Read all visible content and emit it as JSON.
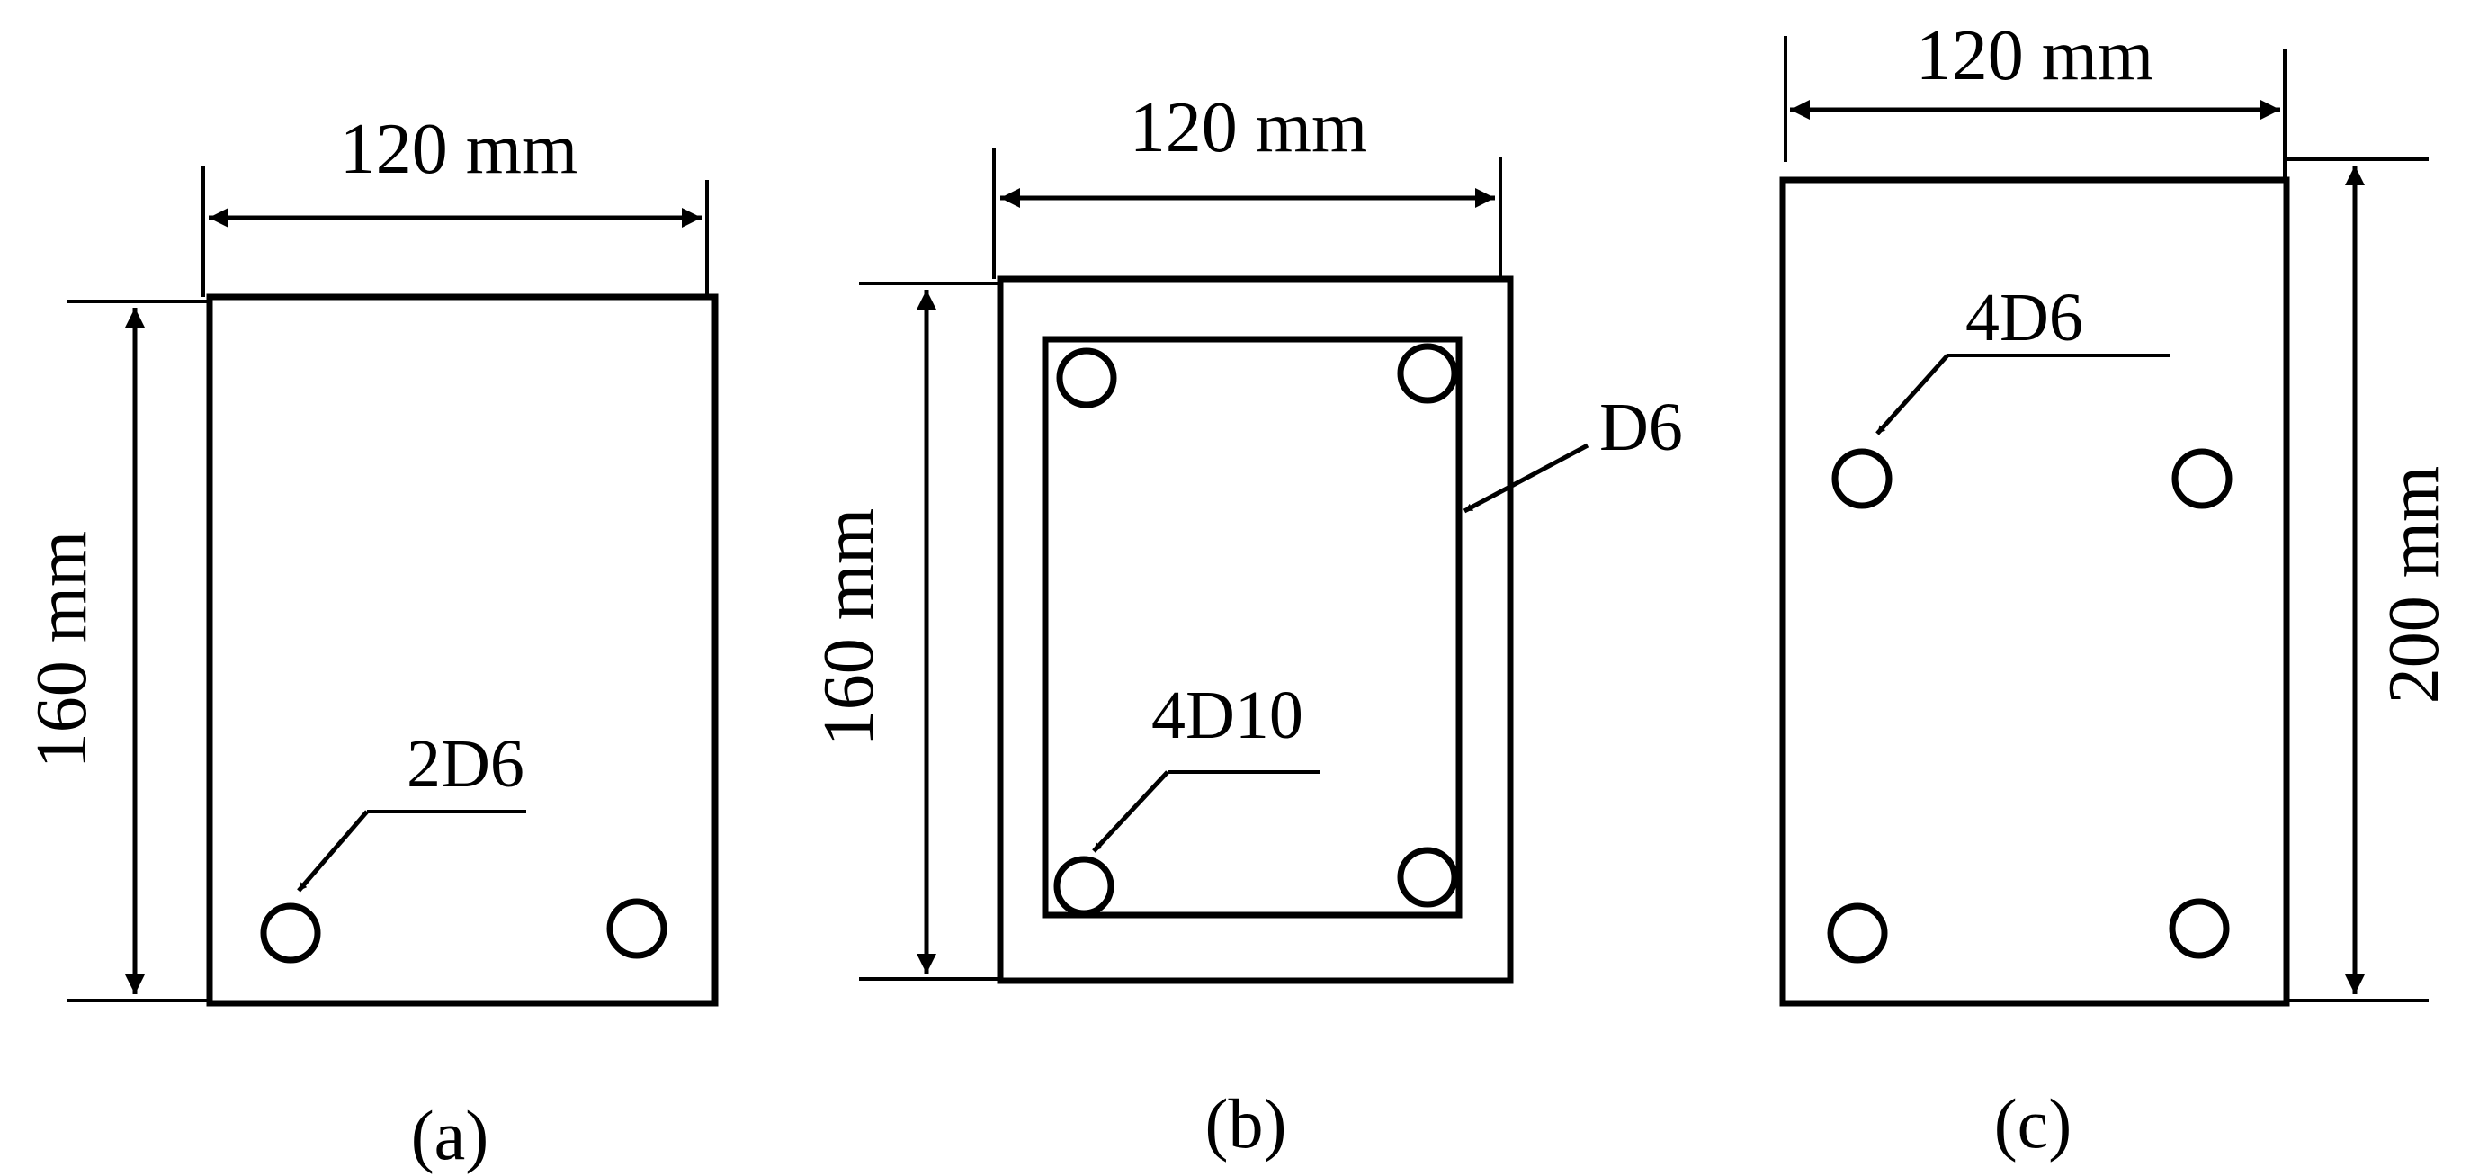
{
  "colors": {
    "line": "#000000",
    "background": "#ffffff"
  },
  "sections": [
    {
      "caption": "(a)",
      "width_label": "120 mm",
      "height_label": "160 mm",
      "rebar_label": "2D6"
    },
    {
      "caption": "(b)",
      "width_label": "120 mm",
      "height_label": "160 mm",
      "rebar_label": "4D10",
      "stirrup_label": "D6"
    },
    {
      "caption": "(c)",
      "width_label": "120 mm",
      "height_label": "200 mm",
      "rebar_label": "4D6"
    }
  ]
}
